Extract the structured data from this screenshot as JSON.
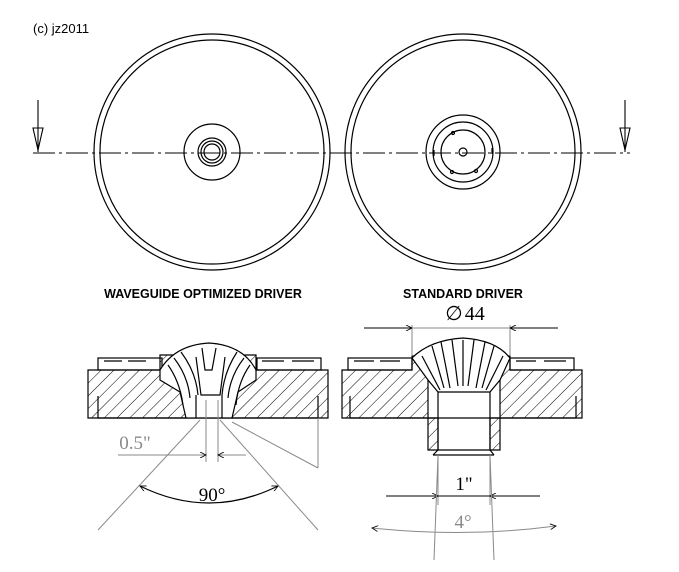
{
  "copyright": "(c) jz2011",
  "labels": {
    "left_title": "WAVEGUIDE OPTIMIZED DRIVER",
    "right_title": "STANDARD DRIVER"
  },
  "dimensions": {
    "diameter_symbol": "∅",
    "diameter_value": "44",
    "throat_left": "0.5\"",
    "angle_left": "90°",
    "throat_right": "1\"",
    "angle_right": "4°"
  },
  "colors": {
    "line": "#000000",
    "dim_grey": "#8a8a8a"
  }
}
